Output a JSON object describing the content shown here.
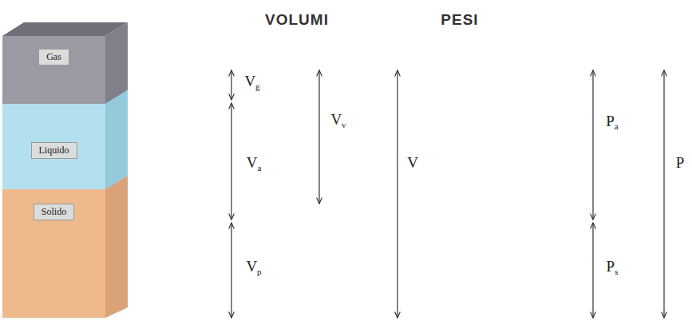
{
  "diagram": {
    "nodes": [
      {
        "text": [
          "Gas"
        ]
      },
      {
        "text": [
          "Liquido"
        ]
      },
      {
        "text": [
          "Solido"
        ]
      }
    ],
    "labels": [
      "VOLUMI",
      "PESI",
      "Vg",
      "Va",
      "Vp",
      "Vv",
      "V",
      "Pa",
      "Ps",
      "P"
    ]
  }
}
